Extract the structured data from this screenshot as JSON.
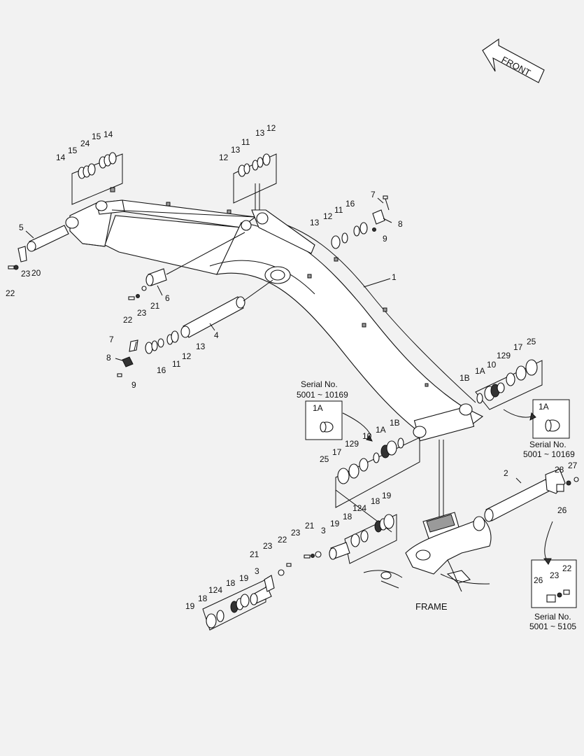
{
  "front_label": "FRONT",
  "frame_label": "FRAME",
  "serial_top": {
    "line1": "Serial No.",
    "line2": "5001 ~ 10169",
    "box_label": "1A"
  },
  "serial_right": {
    "line1": "Serial No.",
    "line2": "5001 ~ 10169",
    "box_label": "1A"
  },
  "serial_bottom": {
    "line1": "Serial No.",
    "line2": "5001 ~ 5105",
    "n26": "26",
    "n23": "23",
    "n22": "22"
  },
  "callouts": {
    "c1": "1",
    "c2": "2",
    "c4": "4",
    "c5": "5",
    "c6": "6",
    "c7a": "7",
    "c7b": "7",
    "c8a": "8",
    "c8b": "8",
    "c9a": "9",
    "c9b": "9",
    "c3a": "3",
    "c3b": "3",
    "c26": "26",
    "c27": "27",
    "c28": "28",
    "c20": "20",
    "c21a": "21",
    "c21b": "21",
    "c21c": "21",
    "c22a": "22",
    "c22b": "22",
    "c22c": "22",
    "c23a": "23",
    "c23b": "23",
    "c23c": "23",
    "c23d": "23",
    "c11a": "11",
    "c11b": "11",
    "c11c": "11",
    "c12a": "12",
    "c12b": "12",
    "c12c": "12",
    "c12d": "12",
    "c13a": "13",
    "c13b": "13",
    "c13c": "13",
    "c13d": "13",
    "c14a": "14",
    "c14b": "14",
    "c15a": "15",
    "c15b": "15",
    "c24": "24",
    "c16a": "16",
    "c16b": "16",
    "c1Aa": "1A",
    "c1Ab": "1A",
    "c1Ba": "1B",
    "c1Bb": "1B",
    "c10a": "10",
    "c10b": "10",
    "c129a": "129",
    "c129b": "129",
    "c17a": "17",
    "c17b": "17",
    "c25a": "25",
    "c25b": "25",
    "c18a": "18",
    "c18b": "18",
    "c18c": "18",
    "c18d": "18",
    "c19a": "19",
    "c19b": "19",
    "c19c": "19",
    "c19d": "19",
    "c124a": "124",
    "c124b": "124"
  }
}
